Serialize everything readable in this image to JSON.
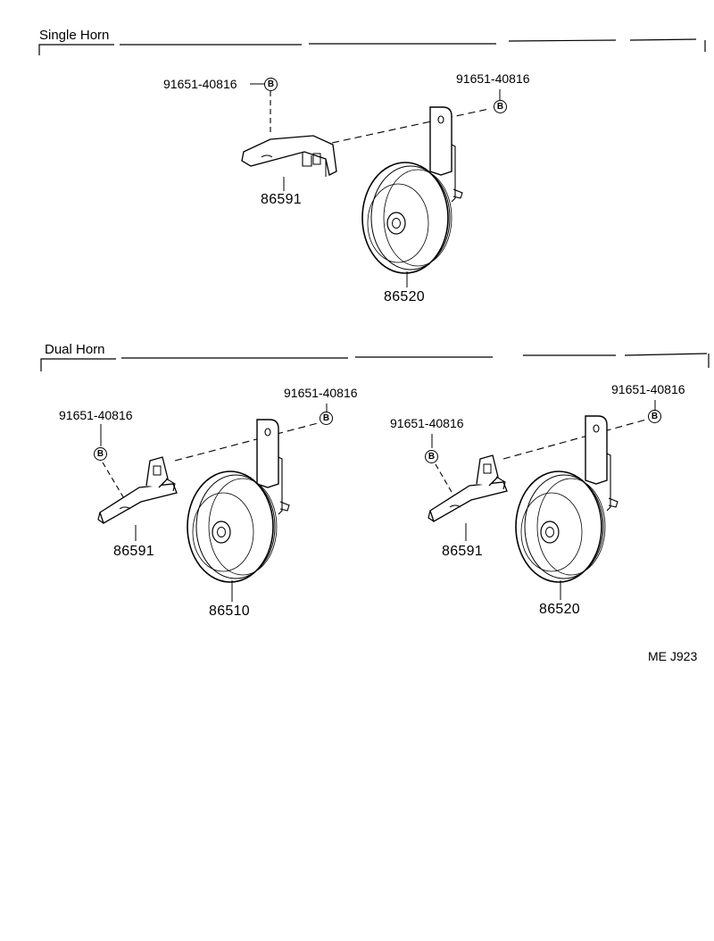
{
  "sections": {
    "single": {
      "title": "Single Horn"
    },
    "dual": {
      "title": "Dual Horn"
    }
  },
  "parts": {
    "bolt": "91651-40816",
    "bracket": "86591",
    "horn_high": "86520",
    "horn_low": "86510"
  },
  "bolt_marker": "B",
  "diagram_code": "ME J923",
  "colors": {
    "ink": "#000000",
    "paper": "#ffffff"
  }
}
